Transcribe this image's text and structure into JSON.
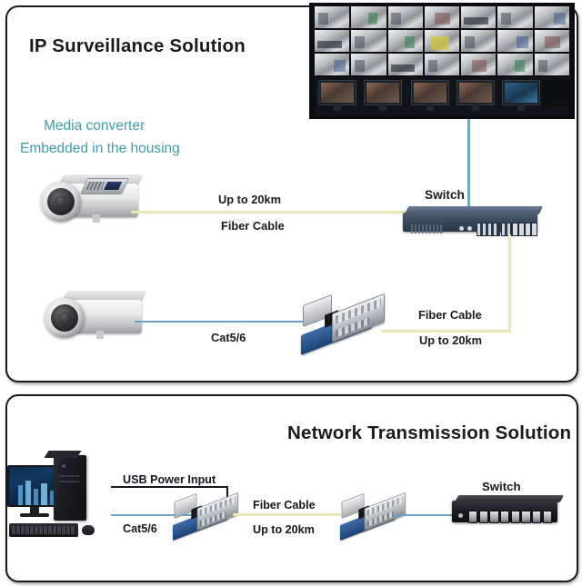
{
  "diagram": {
    "panels": [
      {
        "id": "ip-surveillance",
        "title": "IP Surveillance Solution",
        "subtitle_line1": "Media converter",
        "subtitle_line2": "Embedded in the housing",
        "subtitle_color": "#3f9cab",
        "nodes": [
          {
            "name": "ip-camera-top",
            "label": ""
          },
          {
            "name": "ip-camera-bottom",
            "label": ""
          },
          {
            "name": "sfp-media-converter",
            "label": ""
          },
          {
            "name": "rack-switch",
            "label": "Switch"
          },
          {
            "name": "video-wall",
            "label": ""
          }
        ],
        "links": [
          {
            "name": "fiber-link-camera-to-switch",
            "label_top": "Up to 20km",
            "label_bottom": "Fiber Cable",
            "color": "#efeec2",
            "type": "fiber"
          },
          {
            "name": "cat5-link-camera-to-converter",
            "label": "Cat5/6",
            "color": "#6f9fc3",
            "type": "copper"
          },
          {
            "name": "fiber-link-converter-to-switch",
            "label_top": "Fiber Cable",
            "label_bottom": "Up to 20km",
            "color": "#efeec2",
            "type": "fiber"
          },
          {
            "name": "uplink-switch-to-video-wall",
            "label": "",
            "color": "#76a9b8",
            "type": "uplink"
          }
        ]
      },
      {
        "id": "network-transmission",
        "title": "Network Transmission Solution",
        "nodes": [
          {
            "name": "desktop-pc",
            "label": ""
          },
          {
            "name": "media-converter-left",
            "label": ""
          },
          {
            "name": "media-converter-right",
            "label": ""
          },
          {
            "name": "desktop-switch",
            "label": "Switch"
          }
        ],
        "links": [
          {
            "name": "usb-power-link",
            "label": "USB Power Input",
            "color": "#15181c",
            "type": "power"
          },
          {
            "name": "cat5-link-pc-to-converter",
            "label": "Cat5/6",
            "color": "#6f9fc3",
            "type": "copper"
          },
          {
            "name": "fiber-link-between-converters",
            "label_top": "Fiber Cable",
            "label_bottom": "Up to 20km",
            "color": "#efeec2",
            "type": "fiber"
          },
          {
            "name": "cat5-link-converter-to-switch",
            "label": "",
            "color": "#6f9fc3",
            "type": "copper"
          }
        ]
      }
    ],
    "labels": {
      "up_to_20km_a": "Up to 20km",
      "fiber_cable_a": "Fiber Cable",
      "cat5_a": "Cat5/6",
      "fiber_cable_b": "Fiber Cable",
      "up_to_20km_b": "Up to 20km",
      "switch_top": "Switch",
      "usb_power": "USB Power Input",
      "cat5_b": "Cat5/6",
      "fiber_cable_c": "Fiber Cable",
      "up_to_20km_c": "Up to 20km",
      "switch_bottom": "Switch"
    },
    "colors": {
      "fiber": "#efeec2",
      "copper": "#6f9fc3",
      "uplink": "#76a9b8",
      "power": "#15181c",
      "heading": "#1b1b1b",
      "accent_teal": "#3f9cab",
      "panel_border": "#1a1a1a"
    }
  }
}
